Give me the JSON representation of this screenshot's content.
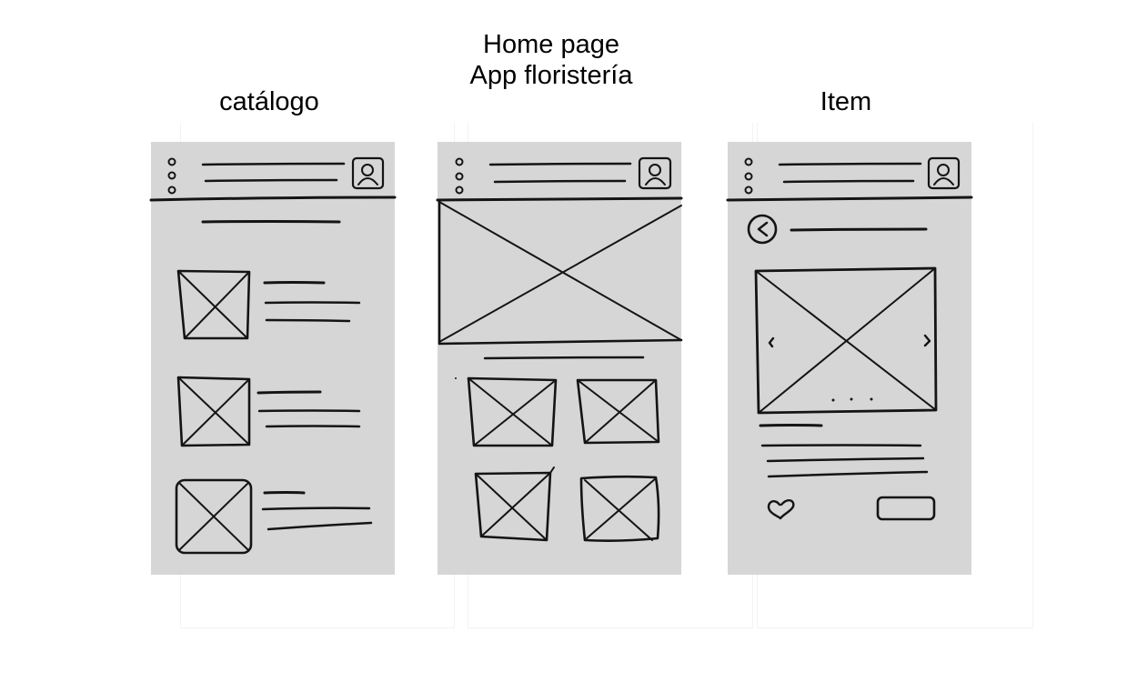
{
  "header": {
    "title_line1": "Home page",
    "title_line2": "App floristería"
  },
  "screens": {
    "catalogo": {
      "label": "catálogo"
    },
    "item": {
      "label": "Item"
    }
  },
  "colors": {
    "screen_background": "#d6d6d6",
    "sketch_stroke": "#141414",
    "page_background": "#ffffff"
  },
  "icons": {
    "menu": "vertical-dots-icon",
    "profile": "user-profile-icon",
    "back": "back-arrow-icon",
    "favorite": "heart-icon",
    "image_placeholder": "image-placeholder-icon"
  }
}
